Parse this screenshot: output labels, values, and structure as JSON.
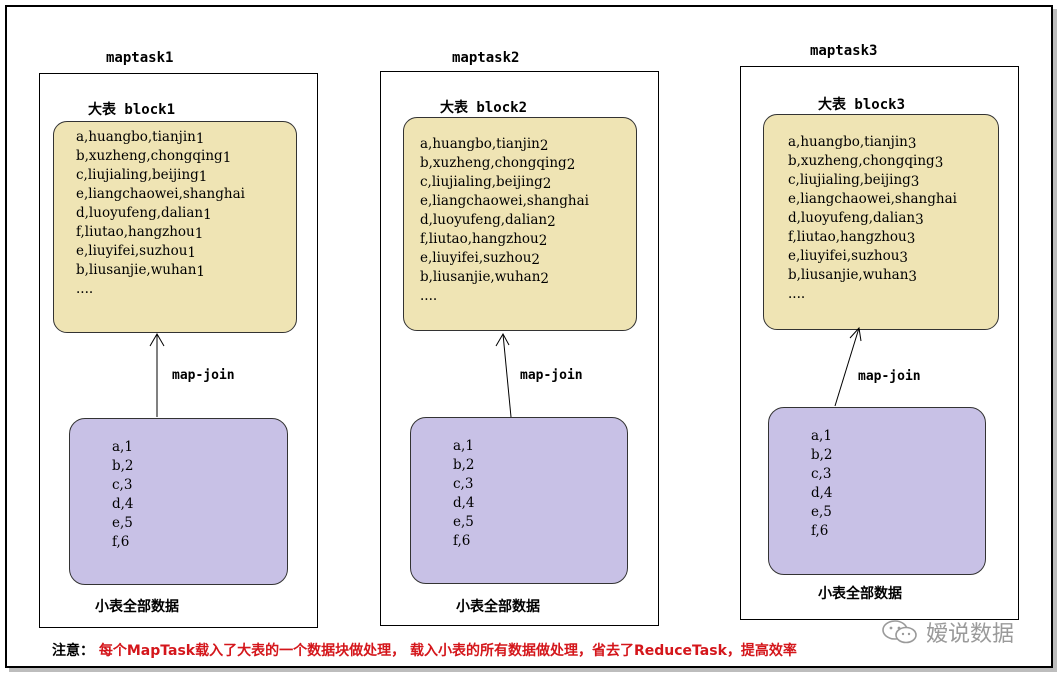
{
  "tasks": [
    {
      "title": "maptask1",
      "block_title": "大表 block1",
      "rows": [
        {
          "text": "a,huangbo,tianjin",
          "n": "1"
        },
        {
          "text": "b,xuzheng,chongqing",
          "n": "1"
        },
        {
          "text": "c,liujialing,beijing",
          "n": "1"
        },
        {
          "text": "e,liangchaowei,shanghai",
          "n": ""
        },
        {
          "text": "d,luoyufeng,dalian",
          "n": "1"
        },
        {
          "text": "f,liutao,hangzhou",
          "n": "1"
        },
        {
          "text": "e,liuyifei,suzhou",
          "n": "1"
        },
        {
          "text": "b,liusanjie,wuhan",
          "n": "1"
        },
        {
          "text": "....",
          "n": ""
        }
      ],
      "join_label": "map-join",
      "small_rows": [
        "a,1",
        "b,2",
        "c,3",
        "d,4",
        "e,5",
        "f,6"
      ],
      "small_label": "小表全部数据"
    },
    {
      "title": "maptask2",
      "block_title": "大表 block2",
      "rows": [
        {
          "text": "a,huangbo,tianjin",
          "n": "2"
        },
        {
          "text": "b,xuzheng,chongqing",
          "n": "2"
        },
        {
          "text": "c,liujialing,beijing",
          "n": "2"
        },
        {
          "text": "e,liangchaowei,shanghai",
          "n": ""
        },
        {
          "text": "d,luoyufeng,dalian",
          "n": "2"
        },
        {
          "text": "f,liutao,hangzhou",
          "n": "2"
        },
        {
          "text": "e,liuyifei,suzhou",
          "n": "2"
        },
        {
          "text": "b,liusanjie,wuhan",
          "n": "2"
        },
        {
          "text": "....",
          "n": ""
        }
      ],
      "join_label": "map-join",
      "small_rows": [
        "a,1",
        "b,2",
        "c,3",
        "d,4",
        "e,5",
        "f,6"
      ],
      "small_label": "小表全部数据"
    },
    {
      "title": "maptask3",
      "block_title": "大表 block3",
      "rows": [
        {
          "text": "a,huangbo,tianjin",
          "n": "3"
        },
        {
          "text": "b,xuzheng,chongqing",
          "n": "3"
        },
        {
          "text": "c,liujialing,beijing",
          "n": "3"
        },
        {
          "text": "e,liangchaowei,shanghai",
          "n": ""
        },
        {
          "text": "d,luoyufeng,dalian",
          "n": "3"
        },
        {
          "text": "f,liutao,hangzhou",
          "n": "3"
        },
        {
          "text": "e,liuyifei,suzhou",
          "n": "3"
        },
        {
          "text": "b,liusanjie,wuhan",
          "n": "3"
        },
        {
          "text": "....",
          "n": ""
        }
      ],
      "join_label": "map-join",
      "small_rows": [
        "a,1",
        "b,2",
        "c,3",
        "d,4",
        "e,5",
        "f,6"
      ],
      "small_label": "小表全部数据"
    }
  ],
  "note": {
    "label": "注意：",
    "text": "每个MapTask载入了大表的一个数据块做处理， 载入小表的所有数据做处理，省去了ReduceTask，提高效率"
  },
  "watermark": {
    "icon": "wechat-icon",
    "text": "嫒说数据"
  },
  "colors": {
    "big_table": "#efe4b4",
    "small_table": "#c8c1e6",
    "note_text": "#d4161b"
  }
}
